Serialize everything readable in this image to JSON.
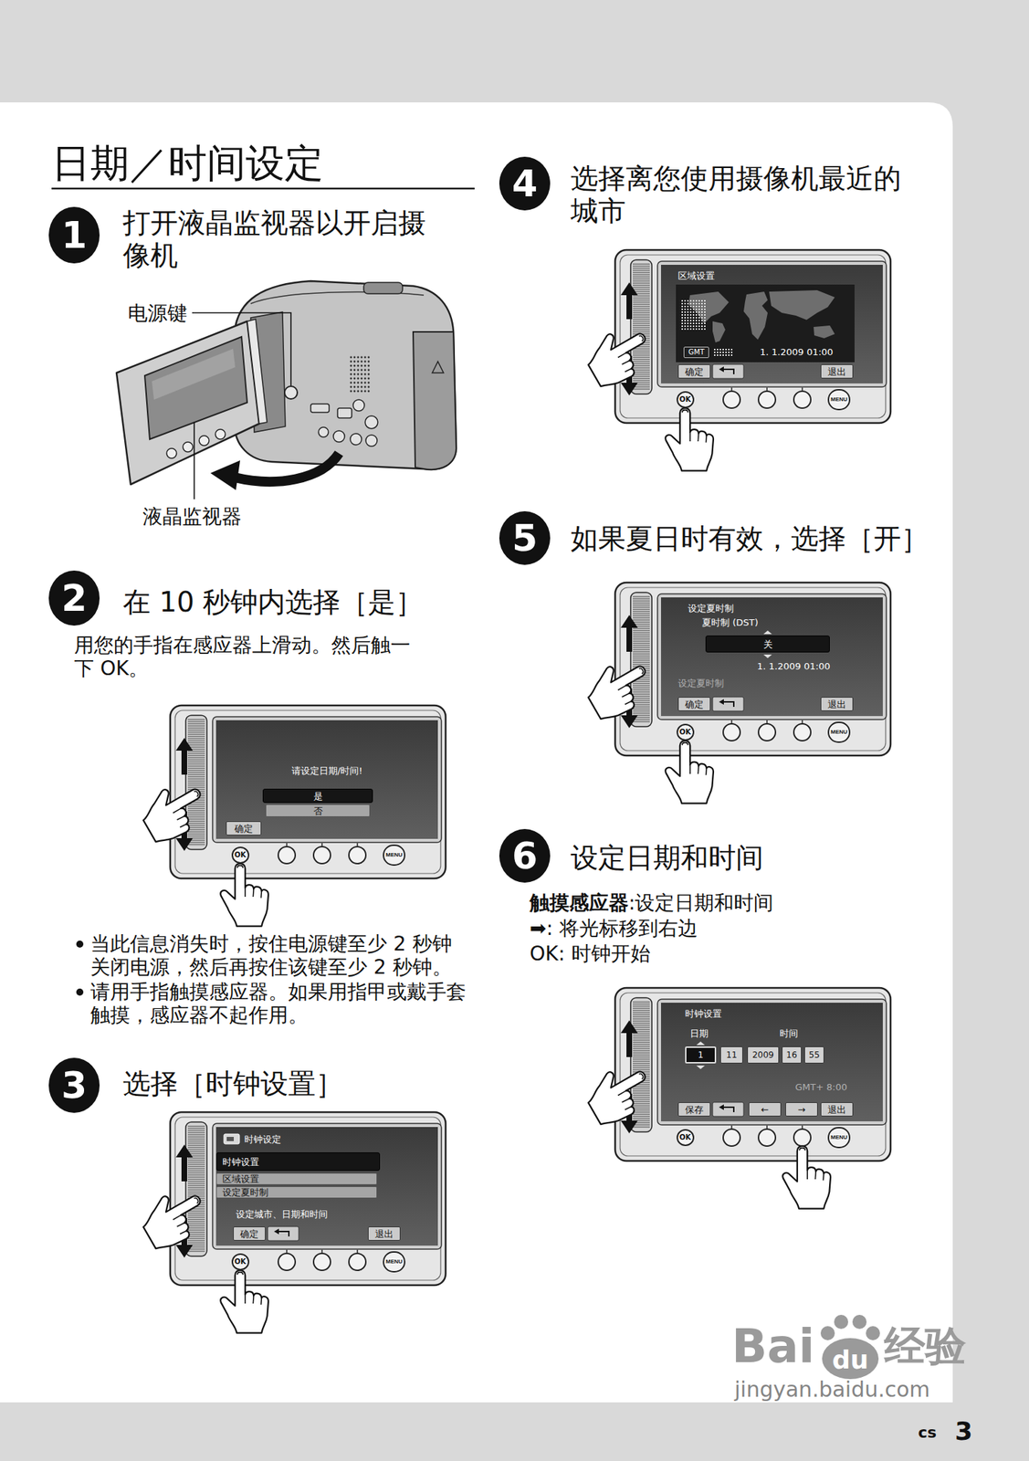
{
  "diagram": {
    "title": "日期／时间设定",
    "nodes": [
      {
        "text": [
          "1"
        ]
      },
      {
        "text": [
          "2"
        ]
      },
      {
        "text": [
          "请设定日期/时间!"
        ]
      },
      {
        "text": [
          "是"
        ],
        "in": 2
      },
      {
        "text": [
          "否"
        ],
        "in": 2
      },
      {
        "text": [
          "确定"
        ],
        "in": 2
      },
      {
        "text": [
          "OK"
        ]
      },
      {
        "text": [
          "MENU"
        ]
      },
      {
        "text": [
          "3"
        ]
      },
      {
        "text": [
          "时钟设定",
          "设定城市、日期和时间"
        ]
      },
      {
        "text": [
          "时钟设置"
        ],
        "in": 9
      },
      {
        "text": [
          "区域设置"
        ],
        "in": 9
      },
      {
        "text": [
          "设定夏时制"
        ],
        "in": 9
      },
      {
        "text": [
          "确定"
        ],
        "in": 9
      },
      {
        "text": [
          "退出"
        ],
        "in": 9
      },
      {
        "text": [
          "OK"
        ]
      },
      {
        "text": [
          "MENU"
        ]
      },
      {
        "text": [
          "4"
        ]
      },
      {
        "text": [
          "区域设置",
          "1. 1.2009 01:00"
        ]
      },
      {
        "text": [
          "GMT"
        ],
        "in": 18
      },
      {
        "text": [
          "确定"
        ],
        "in": 18
      },
      {
        "text": [
          "退出"
        ],
        "in": 18
      },
      {
        "text": [
          "OK"
        ]
      },
      {
        "text": [
          "MENU"
        ]
      },
      {
        "text": [
          "5"
        ]
      },
      {
        "text": [
          "设定夏时制",
          "夏时制 (DST)",
          "1. 1.2009 01:00",
          "设定夏时制"
        ]
      },
      {
        "text": [
          "关"
        ],
        "in": 25
      },
      {
        "text": [
          "确定"
        ],
        "in": 25
      },
      {
        "text": [
          "退出"
        ],
        "in": 25
      },
      {
        "text": [
          "OK"
        ]
      },
      {
        "text": [
          "MENU"
        ]
      },
      {
        "text": [
          "6"
        ]
      },
      {
        "text": [
          "时钟设置",
          "日期",
          "时间",
          "GMT+ 8:00"
        ]
      },
      {
        "text": [
          "1"
        ],
        "in": 32
      },
      {
        "text": [
          "11"
        ],
        "in": 32
      },
      {
        "text": [
          "2009"
        ],
        "in": 32
      },
      {
        "text": [
          "16"
        ],
        "in": 32
      },
      {
        "text": [
          "55"
        ],
        "in": 32
      },
      {
        "text": [
          "保存"
        ],
        "in": 32
      },
      {
        "text": [
          "←"
        ],
        "in": 32
      },
      {
        "text": [
          "→"
        ],
        "in": 32
      },
      {
        "text": [
          "退出"
        ],
        "in": 32
      },
      {
        "text": [
          "OK"
        ]
      },
      {
        "text": [
          "MENU"
        ]
      },
      {
        "text": [
          "du"
        ]
      }
    ],
    "labels": [
      "打开液晶监视器以开启摄 像机",
      "电源键",
      "液晶监视器",
      "在 10 秒钟内选择［是］",
      "用您的手指在感应器上滑动。然后触一 下 OK。",
      "当此信息消失时，按住电源键至少 2 秒钟 关闭电源，然后再按住该键至少 2 秒钟。",
      "请用手指触摸感应器。如果用指甲或戴手套 触摸，感应器不起作用。",
      "选择［时钟设置］",
      "选择离您使用摄像机最近的 城市",
      "如果夏日时有效，选择［开］",
      "设定日期和时间",
      "触摸感应器",
      ":设定日期和时间",
      "➡: 将光标移到右边",
      "OK: 时钟开始",
      "Bai",
      "经验",
      "jingyan.baidu.com",
      "cs",
      "3"
    ]
  }
}
